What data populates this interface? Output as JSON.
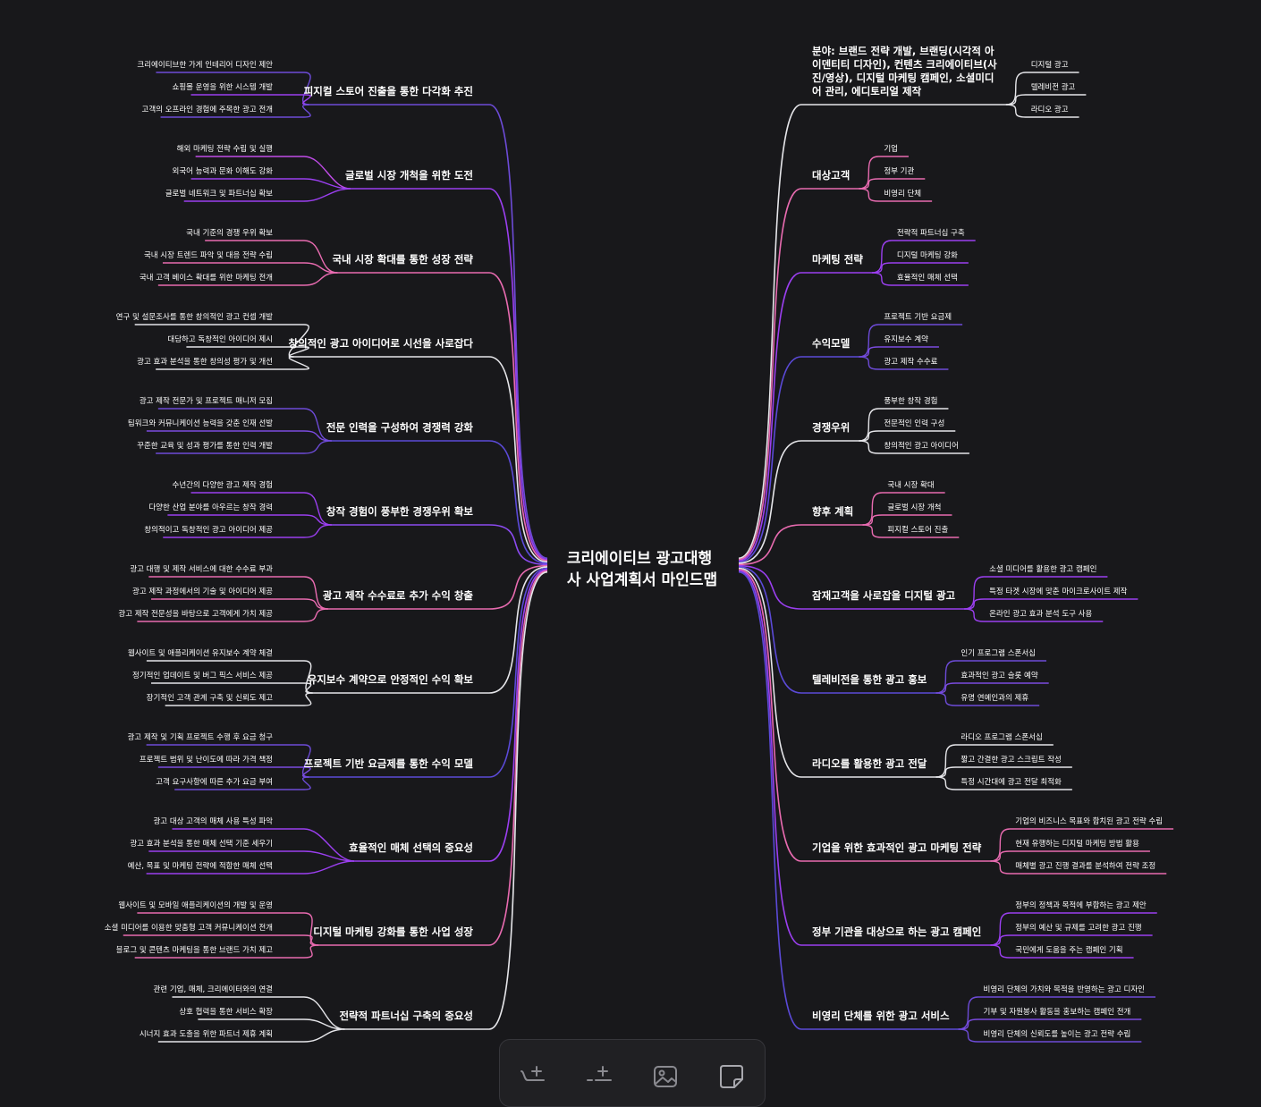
{
  "root": {
    "lines": [
      "크리에이티브 광고대행",
      "사 사업계획서 마인드맵"
    ]
  },
  "left": [
    {
      "label": "피지컬 스토어 진출을 통한 다각화 추진",
      "color": "#6d4bd8",
      "children": [
        [
          "크리에이티브한 가게 인테리어 디자인 제안",
          "#6d4bd8"
        ],
        [
          "쇼핑몰 운영을 위한 시스템 개발",
          "#9b3ff0"
        ],
        [
          "고객의 오프라인 경험에 주목한 광고 전개",
          "#6d4bd8"
        ]
      ]
    },
    {
      "label": "글로벌 시장 개척을 위한 도전",
      "color": "#9b3ff0",
      "children": [
        [
          "해외 마케팅 전략 수립 및 실행",
          "#c04ce8"
        ],
        [
          "외국어 능력과 문화 이해도 강화",
          "#9b3ff0"
        ],
        [
          "글로벌 네트워크 및 파트너십 확보",
          "#9b3ff0"
        ]
      ]
    },
    {
      "label": "국내 시장 확대를 통한 성장 전략",
      "color": "#e86bb0",
      "children": [
        [
          "국내 기준의 경쟁 우위 확보",
          "#e86bb0"
        ],
        [
          "국내 시장 트렌드 파악 및 대응 전략 수립",
          "#e86bb0"
        ],
        [
          "국내 고객 베이스 확대를 위한 마케팅 전개",
          "#e86bb0"
        ]
      ]
    },
    {
      "label": "창의적인 광고 아이디어로 시선을 사로잡다",
      "color": "#e6e6ea",
      "children": [
        [
          "연구 및 설문조사를 통한 창의적인 광고 컨셉 개발",
          "#e6e6ea"
        ],
        [
          "대담하고 독창적인 아이디어 제시",
          "#e6e6ea"
        ],
        [
          "광고 효과 분석을 통한 창의성 평가 및 개선",
          "#e6e6ea"
        ]
      ]
    },
    {
      "label": "전문 인력을 구성하여 경쟁력 강화",
      "color": "#5b4ad8",
      "children": [
        [
          "광고 제작 전문가 및 프로젝트 매니저 모집",
          "#6d4bd8"
        ],
        [
          "팀워크와 커뮤니케이션 능력을 갖춘 인재 선발",
          "#7b4be0"
        ],
        [
          "꾸준한 교육 및 성과 평가를 통한 인력 개발",
          "#6d4bd8"
        ]
      ]
    },
    {
      "label": "창작 경험이 풍부한 경쟁우위 확보",
      "color": "#8b4af0",
      "children": [
        [
          "수년간의 다양한 광고 제작 경험",
          "#9b3ff0"
        ],
        [
          "다양한 산업 분야를 아우르는 창작 경력",
          "#9b3ff0"
        ],
        [
          "창의적이고 독창적인 광고 아이디어 제공",
          "#9b3ff0"
        ]
      ]
    },
    {
      "label": "광고 제작 수수료로 추가 수익 창출",
      "color": "#e86bb0",
      "children": [
        [
          "광고 대행 및 제작 서비스에 대한 수수료 부과",
          "#e86bb0"
        ],
        [
          "광고 제작 과정에서의 기술 및 아이디어 제공",
          "#e86bb0"
        ],
        [
          "광고 제작 전문성을 바탕으로 고객에게 가치 제공",
          "#e86bb0"
        ]
      ]
    },
    {
      "label": "유지보수 계약으로 안정적인 수익 확보",
      "color": "#e6e6ea",
      "children": [
        [
          "웹사이트 및 애플리케이션 유지보수 계약 체결",
          "#e6e6ea"
        ],
        [
          "정기적인 업데이트 및 버그 픽스 서비스 제공",
          "#e6e6ea"
        ],
        [
          "장기적인 고객 관계 구축 및 신뢰도 제고",
          "#e6e6ea"
        ]
      ]
    },
    {
      "label": "프로젝트 기반 요금제를 통한 수익 모델",
      "color": "#5b4ad8",
      "children": [
        [
          "광고 제작 및 기획 프로젝트 수행 후 요금 청구",
          "#6d4bd8"
        ],
        [
          "프로젝트 범위 및 난이도에 따라 가격 책정",
          "#7b4be0"
        ],
        [
          "고객 요구사항에 따른 추가 요금 부여",
          "#6d4bd8"
        ]
      ]
    },
    {
      "label": "효율적인 매체 선택의 중요성",
      "color": "#9b3ff0",
      "children": [
        [
          "광고 대상 고객의 매체 사용 특성 파악",
          "#9b3ff0"
        ],
        [
          "광고 효과 분석을 통한 매체 선택 기준 세우기",
          "#9b3ff0"
        ],
        [
          "예산, 목표 및 마케팅 전략에 적합한 매체 선택",
          "#9b3ff0"
        ]
      ]
    },
    {
      "label": "디지털 마케팅 강화를 통한 사업 성장",
      "color": "#e86bb0",
      "children": [
        [
          "웹사이트 및 모바일 애플리케이션의 개발 및 운영",
          "#e86bb0"
        ],
        [
          "소셜 미디어를 이용한 맞춤형 고객 커뮤니케이션 전개",
          "#e86bb0"
        ],
        [
          "블로그 및 콘텐츠 마케팅을 통한 브랜드 가치 제고",
          "#e86bb0"
        ]
      ]
    },
    {
      "label": "전략적 파트너십 구축의 중요성",
      "color": "#e6e6ea",
      "children": [
        [
          "관련 기업, 매체, 크리에이터와의 연결",
          "#e6e6ea"
        ],
        [
          "상호 협력을 통한 서비스 확장",
          "#e6e6ea"
        ],
        [
          "시너지 효과 도출을 위한 파트너 제휴 계획",
          "#e6e6ea"
        ]
      ]
    }
  ],
  "right": [
    {
      "label": "분야: 브랜드 전략 개발, 브랜딩(시각적 아이덴티티 디자인), 컨텐츠 크리에이티브(사진/영상), 디지털 마케팅 캠페인, 소셜미디어 관리, 에디토리얼 제작",
      "label_lines": [
        "분야: 브랜드 전략 개발, 브랜딩(시각적 아",
        "이덴티티 디자인), 컨텐츠 크리에이티브(사",
        "진/영상), 디지털 마케팅 캠페인, 소셜미디",
        "어 관리, 에디토리얼 제작"
      ],
      "color": "#e6e6ea",
      "children": [
        [
          "디지털 광고",
          "#e6e6ea"
        ],
        [
          "텔레비전 광고",
          "#e6e6ea"
        ],
        [
          "라디오 광고",
          "#e6e6ea"
        ]
      ]
    },
    {
      "label": "대상고객",
      "color": "#e86bb0",
      "children": [
        [
          "기업",
          "#e86bb0"
        ],
        [
          "정부 기관",
          "#e86bb0"
        ],
        [
          "비영리 단체",
          "#e86bb0"
        ]
      ]
    },
    {
      "label": "마케팅 전략",
      "color": "#9b3ff0",
      "children": [
        [
          "전략적 파트너십 구축",
          "#9b3ff0"
        ],
        [
          "디지털 마케팅 강화",
          "#9b3ff0"
        ],
        [
          "효율적인 매체 선택",
          "#9b3ff0"
        ]
      ]
    },
    {
      "label": "수익모델",
      "color": "#5b4ad8",
      "children": [
        [
          "프로젝트 기반 요금제",
          "#6d4bd8"
        ],
        [
          "유지보수 계약",
          "#7b4be0"
        ],
        [
          "광고 제작 수수료",
          "#6d4bd8"
        ]
      ]
    },
    {
      "label": "경쟁우위",
      "color": "#e6e6ea",
      "children": [
        [
          "풍부한 창작 경험",
          "#e6e6ea"
        ],
        [
          "전문적인 인력 구성",
          "#e6e6ea"
        ],
        [
          "창의적인 광고 아이디어",
          "#e6e6ea"
        ]
      ]
    },
    {
      "label": "향후 계획",
      "color": "#e86bb0",
      "children": [
        [
          "국내 시장 확대",
          "#e86bb0"
        ],
        [
          "글로벌 시장 개척",
          "#e86bb0"
        ],
        [
          "피지컬 스토어 진출",
          "#e86bb0"
        ]
      ]
    },
    {
      "label": "잠재고객을 사로잡을 디지털 광고",
      "color": "#9b3ff0",
      "children": [
        [
          "소셜 미디어를 활용한 광고 캠페인",
          "#9b3ff0"
        ],
        [
          "특정 타겟 시장에 맞춘 마이크로사이트 제작",
          "#9b3ff0"
        ],
        [
          "온라인 광고 효과 분석 도구 사용",
          "#9b3ff0"
        ]
      ]
    },
    {
      "label": "텔레비전을 통한 광고 홍보",
      "color": "#5b4ad8",
      "children": [
        [
          "인기 프로그램 스폰서십",
          "#6d4bd8"
        ],
        [
          "효과적인 광고 슬롯 예약",
          "#7b4be0"
        ],
        [
          "유명 연예인과의 제휴",
          "#6d4bd8"
        ]
      ]
    },
    {
      "label": "라디오를 활용한 광고 전달",
      "color": "#e6e6ea",
      "children": [
        [
          "라디오 프로그램 스폰서십",
          "#e6e6ea"
        ],
        [
          "짧고 간결한 광고 스크립트 작성",
          "#e6e6ea"
        ],
        [
          "특정 시간대에 광고 전달 최적화",
          "#e6e6ea"
        ]
      ]
    },
    {
      "label": "기업을 위한 효과적인 광고 마케팅 전략",
      "color": "#e86bb0",
      "children": [
        [
          "기업의 비즈니스 목표와 합치된 광고 전략 수립",
          "#e86bb0"
        ],
        [
          "현재 유행하는 디지털 마케팅 방법 활용",
          "#e86bb0"
        ],
        [
          "매체별 광고 진행 결과를 분석하여 전략 조정",
          "#e86bb0"
        ]
      ]
    },
    {
      "label": "정부 기관을 대상으로 하는 광고 캠페인",
      "color": "#9b3ff0",
      "children": [
        [
          "정부의 정책과 목적에 부합하는 광고 제안",
          "#9b3ff0"
        ],
        [
          "정부의 예산 및 규제를 고려한 광고 진행",
          "#9b3ff0"
        ],
        [
          "국민에게 도움을 주는 캠페인 기획",
          "#9b3ff0"
        ]
      ]
    },
    {
      "label": "비영리 단체를 위한 광고 서비스",
      "color": "#5b4ad8",
      "children": [
        [
          "비영리 단체의 가치와 목적을 반영하는 광고 디자인",
          "#6d4bd8"
        ],
        [
          "기부 및 자원봉사 활동을 홍보하는 캠페인 전개",
          "#7b4be0"
        ],
        [
          "비영리 단체의 신뢰도를 높이는 광고 전략 수립",
          "#6d4bd8"
        ]
      ]
    }
  ],
  "toolbar": {
    "buttons": [
      {
        "name": "add-child-node-button",
        "icon": "add-child-icon"
      },
      {
        "name": "add-sibling-node-button",
        "icon": "add-sibling-icon"
      },
      {
        "name": "insert-image-button",
        "icon": "image-icon"
      },
      {
        "name": "sticky-note-button",
        "icon": "sticky-note-icon"
      }
    ]
  }
}
